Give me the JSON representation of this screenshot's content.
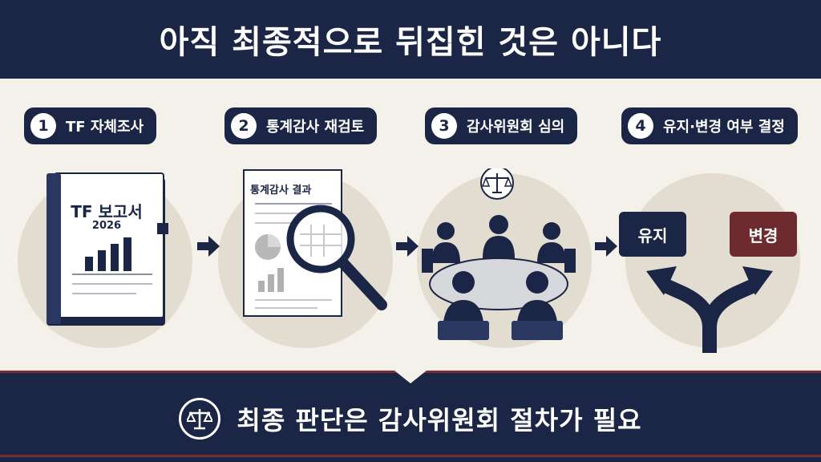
{
  "header": {
    "title": "아직 최종적으로 뒤집힌 것은 아니다"
  },
  "steps": [
    {
      "number": "1",
      "label": "TF 자체조사"
    },
    {
      "number": "2",
      "label": "통계감사 재검토"
    },
    {
      "number": "3",
      "label": "감사위원회 심의"
    },
    {
      "number": "4",
      "label": "유지·변경 여부 결정"
    }
  ],
  "step1": {
    "report_title": "TF 보고서",
    "report_year": "2026",
    "icon": "report-book-icon"
  },
  "step2": {
    "doc_title": "통계감사 결과",
    "icon": "magnifier-icon"
  },
  "step3": {
    "icon": "scales-icon"
  },
  "step4": {
    "keep_label": "유지",
    "change_label": "변경",
    "icon": "fork-arrow-icon"
  },
  "footer": {
    "text": "최종 판단은 감사위원회 절차가 필요",
    "icon": "scales-icon"
  },
  "colors": {
    "navy": "#1b2545",
    "maroon": "#7a2c33",
    "background": "#f4f1ea",
    "circle": "#e3ddd1"
  }
}
